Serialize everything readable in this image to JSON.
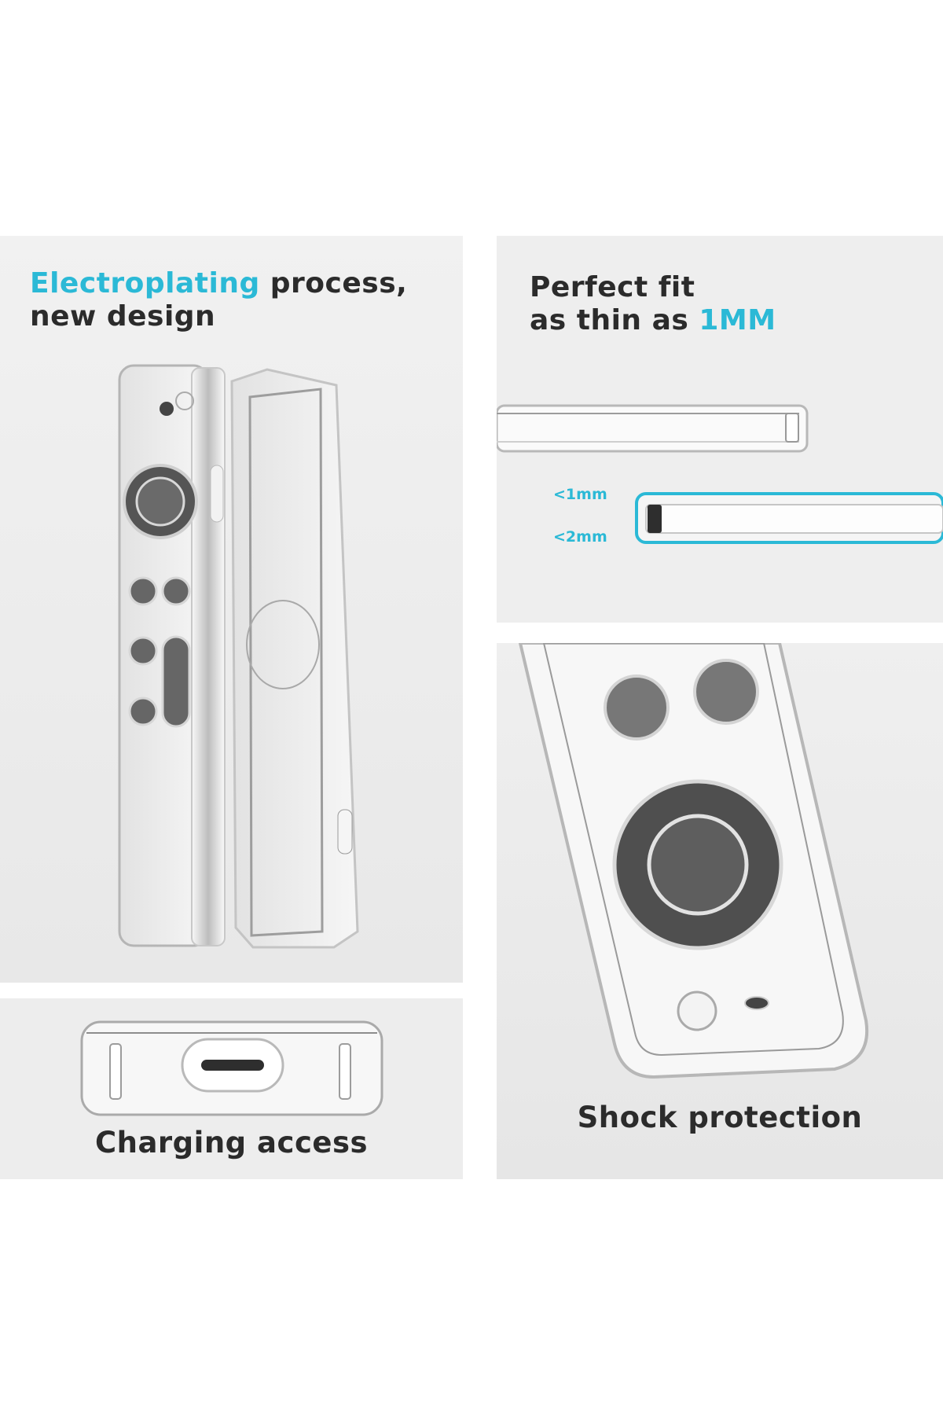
{
  "panel_electroplating": {
    "title_accent": "Electroplating",
    "title_rest": " process,",
    "title_line2": "new design"
  },
  "panel_fit": {
    "line1": "Perfect fit",
    "line2_prefix": "as thin as ",
    "line2_accent": "1MM",
    "label_1mm": "<1mm",
    "label_2mm": "<2mm"
  },
  "panel_charging": {
    "caption": "Charging access"
  },
  "panel_shock": {
    "caption": "Shock protection"
  },
  "colors": {
    "accent": "#2bb9d6",
    "text": "#2b2b2b",
    "panel_bg": "#ececec"
  }
}
